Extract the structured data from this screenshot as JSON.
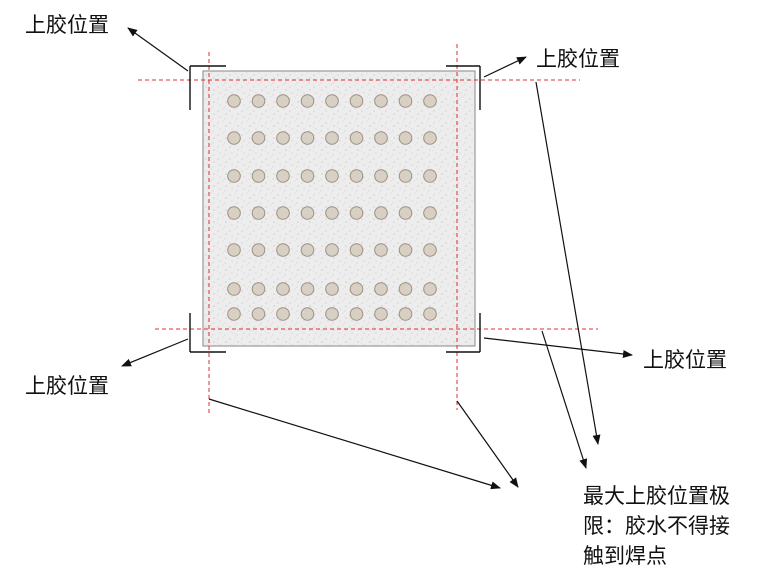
{
  "labels": {
    "top_left": "上胶位置",
    "top_right": "上胶位置",
    "bottom_left": "上胶位置",
    "bottom_right": "上胶位置"
  },
  "note": {
    "line1": "最大上胶位置极",
    "line2": "限：胶水不得接",
    "line3": "触到焊点"
  },
  "grid": {
    "rows": 7,
    "cols": 9
  },
  "colors": {
    "guide_line": "#e03030",
    "chip_fill": "#ececec",
    "chip_border": "#9a9a9a",
    "solder_ball": "#d8d0c4",
    "solder_ball_border": "#9c9080",
    "arrow": "#111111"
  }
}
